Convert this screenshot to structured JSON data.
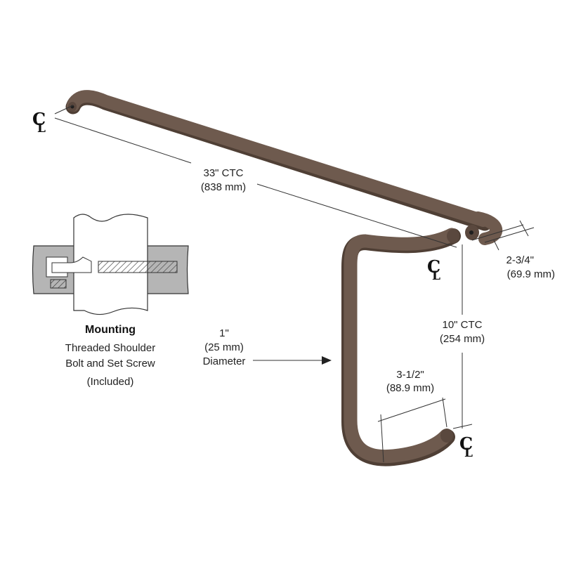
{
  "colors": {
    "bar": "#6e5a4e",
    "bar_shadow": "#4f3f35",
    "mount_gray": "#b5b5b5"
  },
  "centerline_symbol": {
    "c": "C",
    "l": "L"
  },
  "dimensions": {
    "length": {
      "imperial": "33\" CTC",
      "metric": "(838 mm)"
    },
    "offset": {
      "imperial": "2-3/4\"",
      "metric": "(69.9 mm)"
    },
    "height": {
      "imperial": "10\" CTC",
      "metric": "(254 mm)"
    },
    "projection": {
      "imperial": "3-1/2\"",
      "metric": "(88.9 mm)"
    },
    "diameter": {
      "imperial": "1\"",
      "metric": "(25 mm)",
      "label": "Diameter"
    }
  },
  "mounting": {
    "title": "Mounting",
    "line1": "Threaded Shoulder",
    "line2": "Bolt and Set Screw",
    "line3": "(Included)"
  }
}
